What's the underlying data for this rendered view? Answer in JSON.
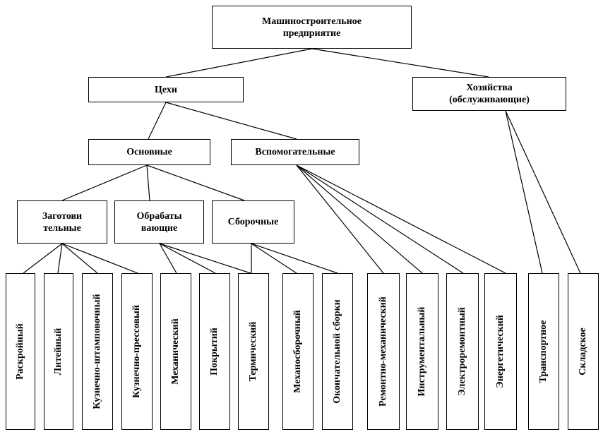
{
  "root": {
    "line1": "Машиностроительное",
    "line2": "предприятие"
  },
  "shops": "Цехи",
  "households": {
    "line1": "Хозяйства",
    "line2": "(обслуживающие)"
  },
  "main": "Основные",
  "auxiliary": "Вспомогательные",
  "procurement": {
    "line1": "Заготови",
    "line2": "тельные"
  },
  "processing": {
    "line1": "Обрабаты",
    "line2": "вающие"
  },
  "assembly": "Сборочные",
  "leaves": [
    "Раскройный",
    "Литейный",
    "Кузнечно-штамповочный",
    "Кузнечно-прессовый",
    "Механический",
    "Покрытий",
    "Термический",
    "Механосборочный",
    "Окончательной сборки",
    "Ремонтно-механический",
    "Инструментальный",
    "Электроремонтный",
    "Энергетический",
    "Транспортное",
    "Складское"
  ]
}
